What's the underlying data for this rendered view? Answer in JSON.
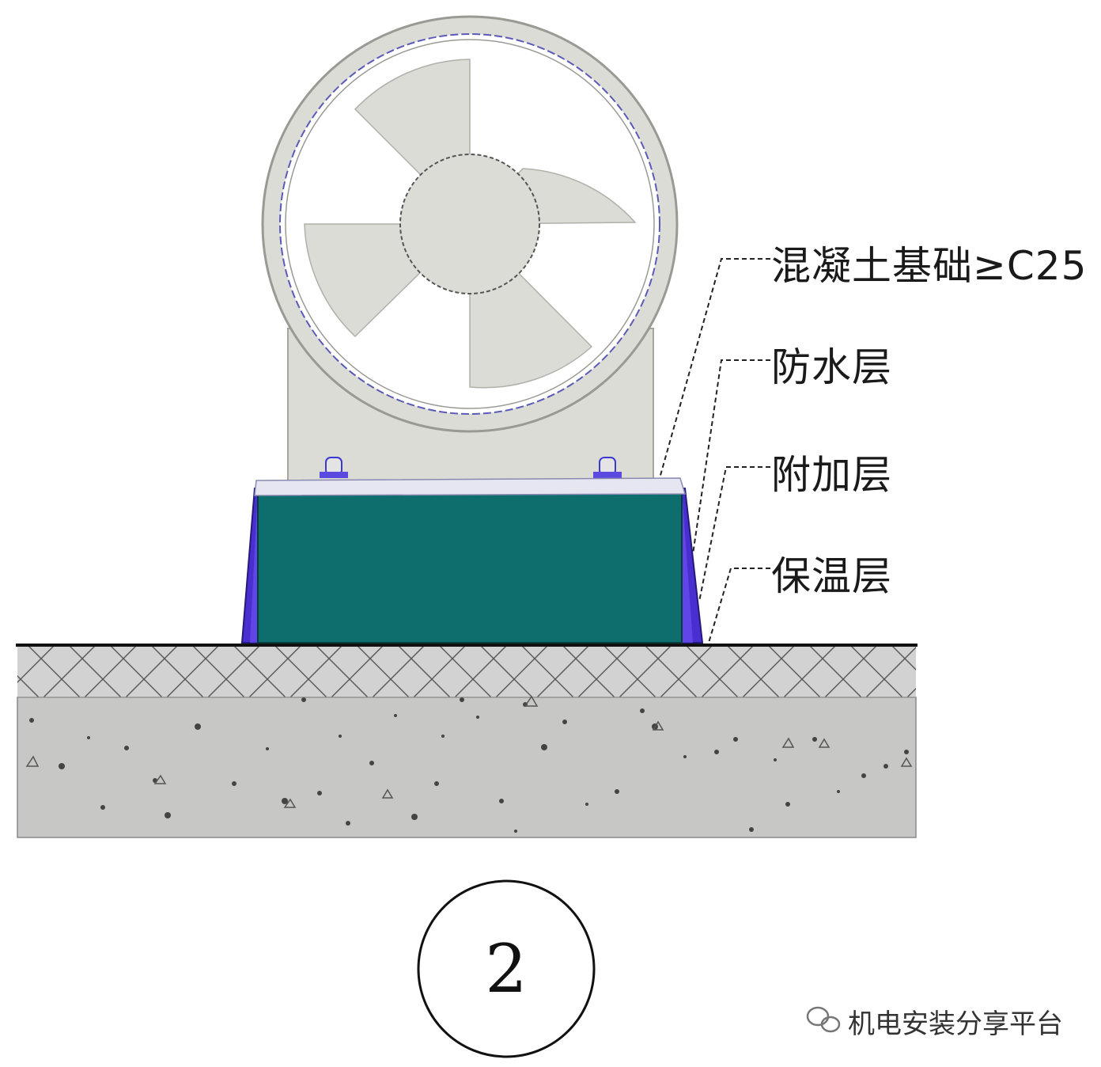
{
  "labels": {
    "foundation": "混凝土基础≥C25",
    "waterproof": "防水层",
    "additional": "附加层",
    "insulation": "保温层"
  },
  "figure_number": "2",
  "watermark": {
    "text": "机电安装分享平台",
    "icon": "wechat-icon"
  },
  "colors": {
    "foundation_block": "#0e6e6e",
    "waterproof_layer": "#4a2fd0",
    "fan_body": "#dcdcd6",
    "slab_insulation": "#d2d2d2",
    "slab_concrete": "#c7c7c5"
  }
}
